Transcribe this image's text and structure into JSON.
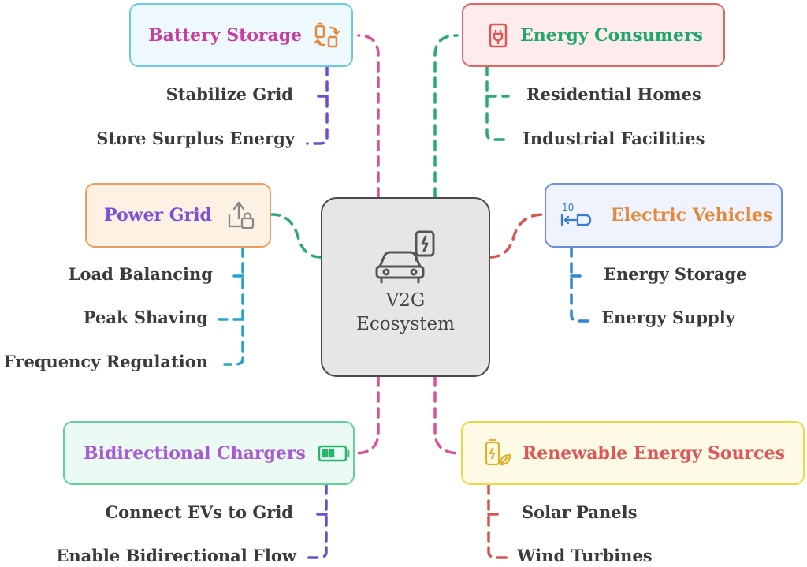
{
  "center": {
    "line1": "V2G",
    "line2": "Ecosystem",
    "icon": "ev-charging-car-icon"
  },
  "nodes": {
    "battery_storage": {
      "title": "Battery Storage",
      "icon": "battery-recycle-icon",
      "title_color": "#c83ea0",
      "border_color": "#6ec6e6",
      "fill_color": "#eef9fd",
      "children": [
        "Stabilize Grid",
        "Store Surplus Energy"
      ]
    },
    "energy_consumers": {
      "title": "Energy Consumers",
      "icon": "phone-plug-icon",
      "title_color": "#1fa66a",
      "border_color": "#e06666",
      "fill_color": "#fdeceb",
      "children": [
        "Residential Homes",
        "Industrial Facilities"
      ]
    },
    "power_grid": {
      "title": "Power Grid",
      "icon": "upload-lock-icon",
      "title_color": "#7b4fd6",
      "border_color": "#e8a060",
      "fill_color": "#fdf1e4",
      "children": [
        "Load Balancing",
        "Peak Shaving",
        "Frequency Regulation"
      ]
    },
    "electric_vehicles": {
      "title": "Electric Vehicles",
      "icon": "ev-plug-icon",
      "title_color": "#e48a3a",
      "border_color": "#6a8fe0",
      "fill_color": "#eef3fd",
      "children": [
        "Energy Storage",
        "Energy Supply"
      ]
    },
    "bidirectional_chargers": {
      "title": "Bidirectional Chargers",
      "icon": "battery-level-icon",
      "title_color": "#a85ad6",
      "border_color": "#62d19a",
      "fill_color": "#ebfaf2",
      "children": [
        "Connect EVs to Grid",
        "Enable Bidirectional Flow"
      ]
    },
    "renewable_energy_sources": {
      "title": "Renewable Energy Sources",
      "icon": "battery-leaf-icon",
      "title_color": "#e05555",
      "border_color": "#e8d84a",
      "fill_color": "#fdfbe6",
      "children": [
        "Solar Panels",
        "Wind Turbines"
      ]
    }
  },
  "connector_colors": {
    "pink": "#d9529a",
    "green": "#2aa876",
    "red": "#d9534f",
    "purple": "#6a4fd6",
    "blue": "#2e86d6",
    "teal": "#27a3c8"
  }
}
